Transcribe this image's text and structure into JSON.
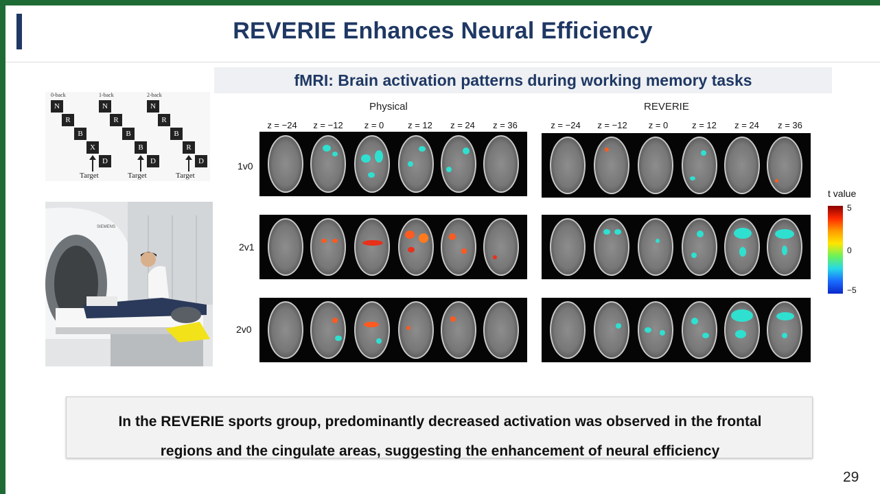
{
  "slide": {
    "title": "REVERIE Enhances Neural Efficiency",
    "subtitle": "fMRI: Brain activation patterns during working memory tasks",
    "nback": {
      "groups": [
        {
          "label": "0-back",
          "letters": [
            "N",
            "R",
            "B",
            "X",
            "D"
          ]
        },
        {
          "label": "1-back",
          "letters": [
            "N",
            "R",
            "B",
            "B",
            "D"
          ]
        },
        {
          "label": "2-back",
          "letters": [
            "N",
            "R",
            "B",
            "R",
            "D"
          ]
        }
      ],
      "target_label": "Target"
    },
    "conditions": {
      "left": "Physical",
      "right": "REVERIE"
    },
    "z_slices": [
      "z = −24",
      "z = −12",
      "z = 0",
      "z = 12",
      "z = 24",
      "z = 36"
    ],
    "rows": [
      "1v0",
      "2v1",
      "2v0"
    ],
    "colorbar": {
      "title": "t value",
      "max": "5",
      "mid": "0",
      "min": "−5"
    },
    "conclusion": {
      "line1": "In the REVERIE sports group, predominantly decreased activation was observed in the frontal",
      "line2": "regions and the cingulate areas, suggesting the enhancement of neural efficiency"
    },
    "page_number": "29"
  },
  "colors": {
    "title": "#1f3864",
    "frame": "#1f6b35",
    "activation_warm": "#ff5a1f",
    "activation_cool": "#2fe0d0"
  }
}
